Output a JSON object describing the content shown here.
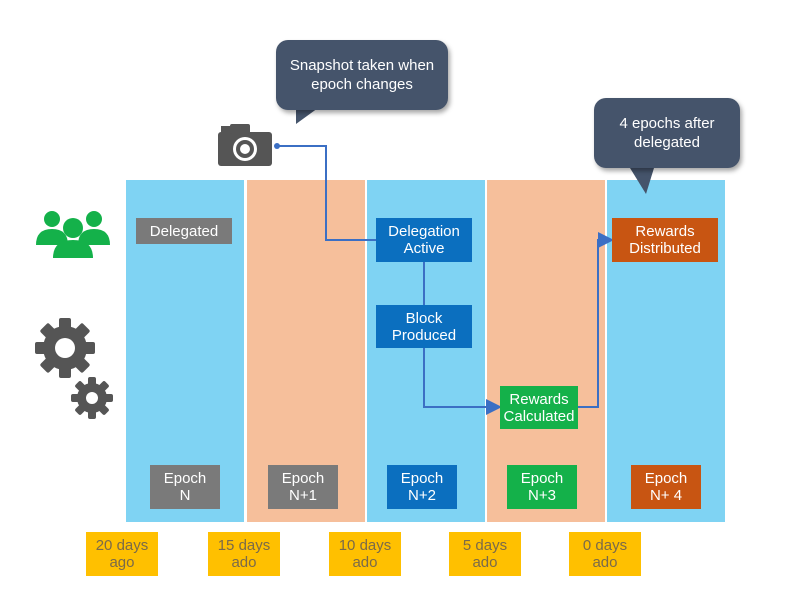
{
  "callouts": {
    "snapshot": "Snapshot taken when\nepoch changes",
    "four_epochs": "4 epochs after\ndelegated"
  },
  "events": {
    "delegated": "Delegated",
    "delegation_active": "Delegation\nActive",
    "block_produced": "Block\nProduced",
    "rewards_calculated": "Rewards\nCalculated",
    "rewards_distributed": "Rewards\nDistributed"
  },
  "epochs": [
    {
      "label": "Epoch\nN",
      "color": "#7a7a7a"
    },
    {
      "label": "Epoch\nN+1",
      "color": "#7a7a7a"
    },
    {
      "label": "Epoch\nN+2",
      "color": "#0b6fbf"
    },
    {
      "label": "Epoch\nN+3",
      "color": "#14b14a"
    },
    {
      "label": "Epoch\nN+ 4",
      "color": "#c85512"
    }
  ],
  "time_labels": [
    "20 days\nago",
    "15 days\nado",
    "10 days\nado",
    "5 days\nado",
    "0 days\nado"
  ],
  "colors": {
    "column_blue": "#7fd3f3",
    "column_peach": "#f6bf9b",
    "connector": "#3b6fc4",
    "users_icon": "#14b14a",
    "gear_icon": "#555555",
    "camera_icon": "#555555",
    "time_label_bg": "#ffc000"
  },
  "icons": [
    "camera-icon",
    "users-icon",
    "gears-icon"
  ]
}
